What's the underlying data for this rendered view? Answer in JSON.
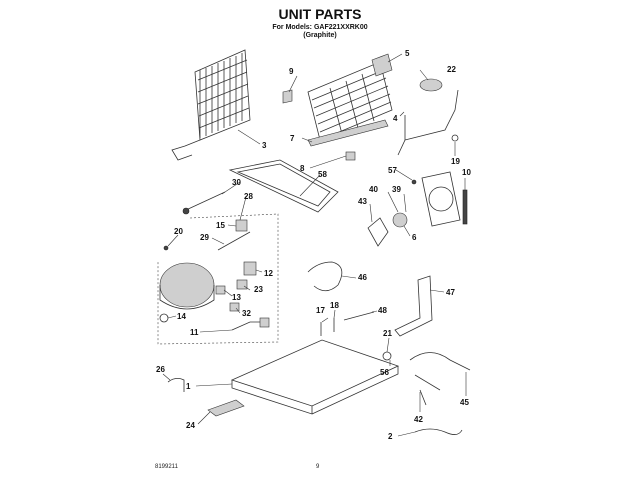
{
  "header": {
    "title": "UNIT PARTS",
    "subtitle_line1": "For Models: GAF221XXRK00",
    "subtitle_line2": "(Graphite)"
  },
  "footer": {
    "doc_number": "8199211",
    "page_number": "9"
  },
  "callouts": [
    "1",
    "2",
    "3",
    "4",
    "5",
    "6",
    "7",
    "8",
    "9",
    "10",
    "11",
    "12",
    "13",
    "14",
    "15",
    "17",
    "18",
    "19",
    "20",
    "21",
    "22",
    "23",
    "24",
    "26",
    "28",
    "29",
    "30",
    "32",
    "39",
    "40",
    "42",
    "43",
    "45",
    "46",
    "47",
    "48",
    "56",
    "57",
    "58"
  ]
}
